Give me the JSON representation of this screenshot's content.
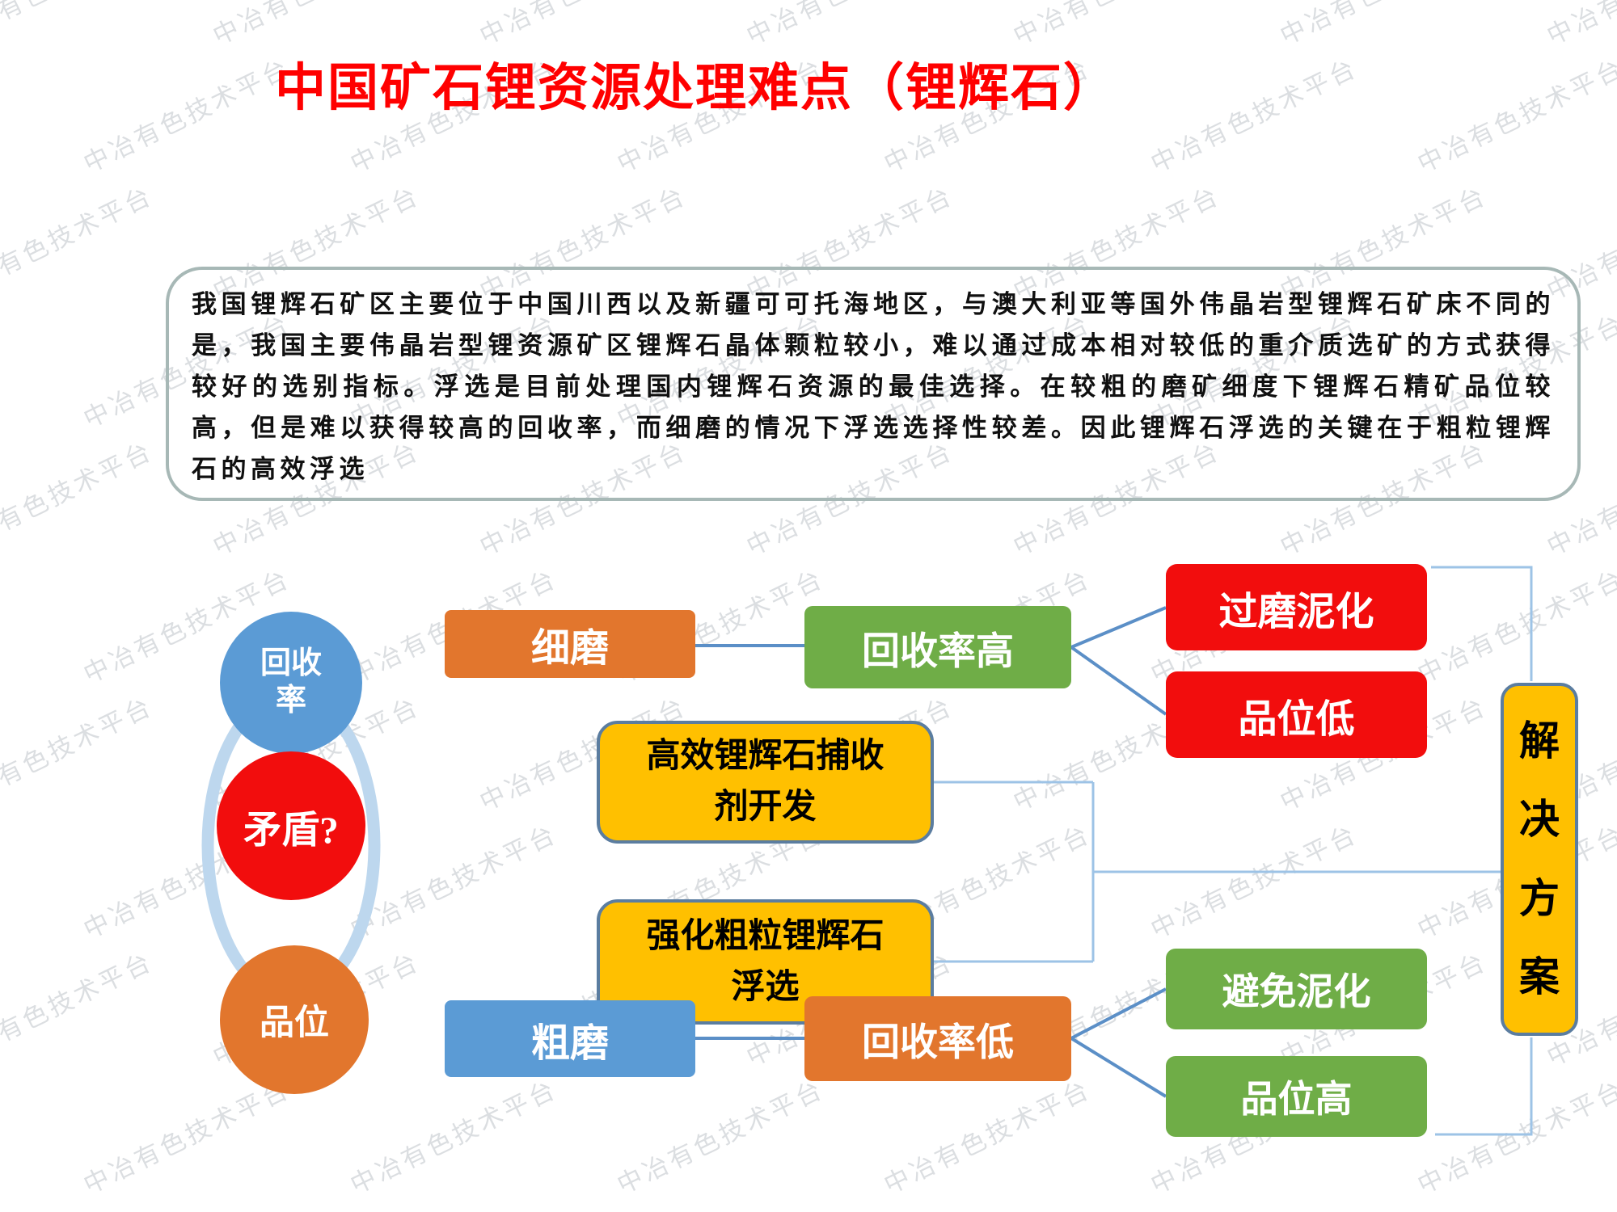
{
  "title": "中国矿石锂资源处理难点（锂辉石）",
  "watermark": {
    "text": "中冶有色技术平台"
  },
  "intro": {
    "text": "我国锂辉石矿区主要位于中国川西以及新疆可可托海地区，与澳大利亚等国外伟晶岩型锂辉石矿床不同的是，我国主要伟晶岩型锂资源矿区锂辉石晶体颗粒较小，难以通过成本相对较低的重介质选矿的方式获得较好的选别指标。浮选是目前处理国内锂辉石资源的最佳选择。在较粗的磨矿细度下锂辉石精矿品位较高，但是难以获得较高的回收率，而细磨的情况下浮选选择性较差。因此锂辉石浮选的关键在于粗粒锂辉石的高效浮选"
  },
  "cycle": {
    "recovery": "回收率",
    "conflict": "矛盾?",
    "grade": "品位"
  },
  "flow": {
    "fine_grinding": "细磨",
    "high_recovery": "回收率高",
    "overgrinding_sliming": "过磨泥化",
    "low_grade": "品位低",
    "coarse_grinding": "粗磨",
    "low_recovery": "回收率低",
    "avoid_sliming": "避免泥化",
    "high_grade": "品位高",
    "solution_collector": "高效锂辉石捕收剂开发",
    "solution_coarse_flotation": "强化粗粒锂辉石浮选",
    "solution_label": "解决方案"
  },
  "colors": {
    "title": "#FF0000",
    "intro_border": "#A7B8B6",
    "blue": "#5B9BD5",
    "orange": "#E2762D",
    "red": "#F20D0D",
    "green": "#6FAD47",
    "yellow": "#FFC000",
    "yellow_border": "#5B7DA0",
    "ring": "#BDD7EE",
    "connector": "#5B8FC7",
    "connector_light": "#9DC3E6",
    "watermark": "#B9BEC4"
  }
}
